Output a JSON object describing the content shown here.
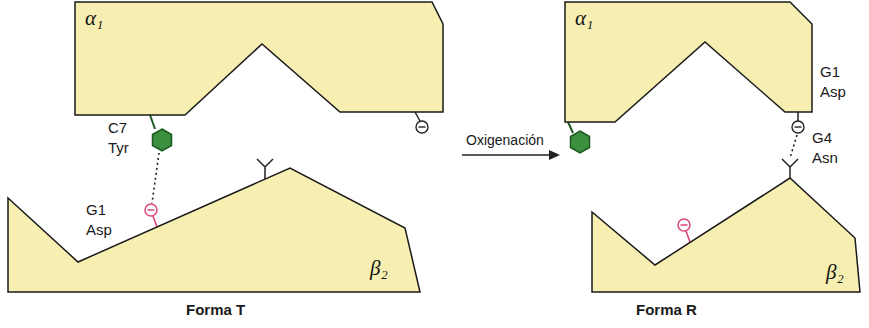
{
  "diagram": {
    "nodes": [
      {
        "text": [
          "α₁"
        ]
      },
      {
        "text": [
          "β₂"
        ]
      },
      {
        "text": [
          "α₁"
        ]
      },
      {
        "text": [
          "β₂"
        ]
      }
    ],
    "labels": [
      "C7 Tyr",
      "G1 Asp",
      "Oxigenación",
      "Forma T",
      "G1 Asp",
      "G4 Asn",
      "Forma R"
    ]
  }
}
